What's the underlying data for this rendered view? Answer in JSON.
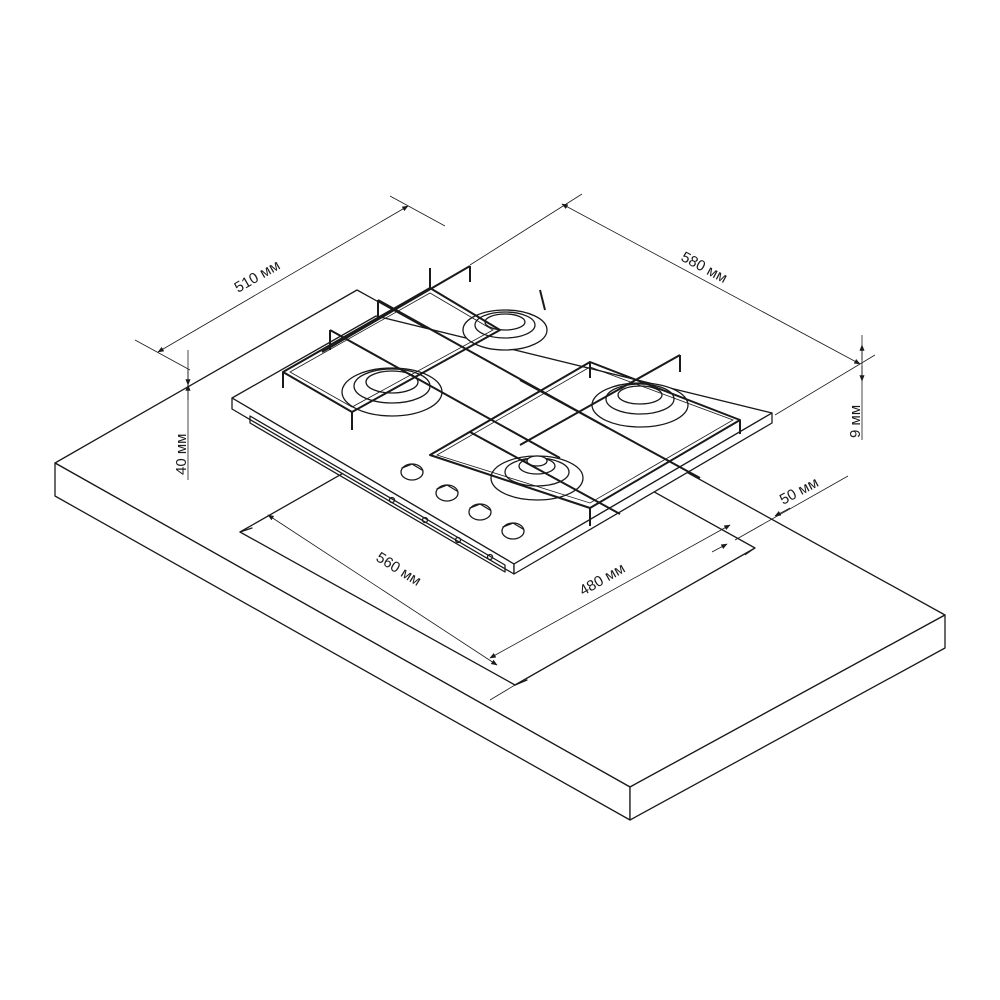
{
  "dimensions": {
    "depth": "510 мм",
    "width": "580 мм",
    "height_top": "9 мм",
    "height_under": "40 мм",
    "front_gap": "50 мм",
    "cutout_width": "560 мм",
    "cutout_depth": "480 мм"
  },
  "colors": {
    "line": "#1a1a1a",
    "background": "#ffffff"
  }
}
